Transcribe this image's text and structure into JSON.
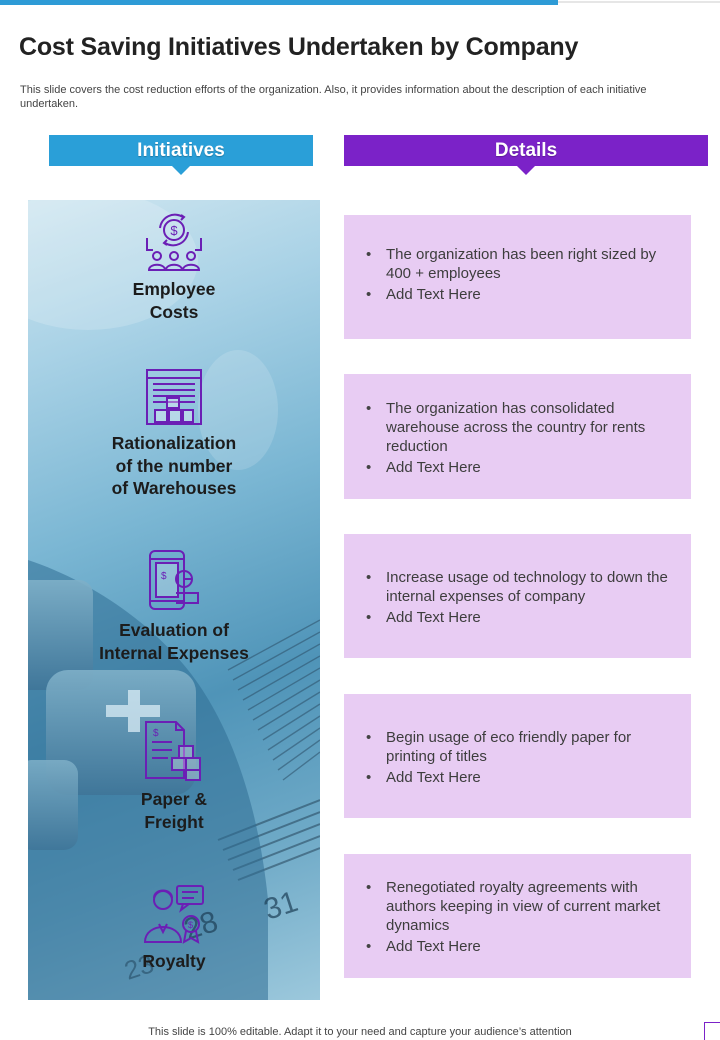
{
  "title": "Cost Saving Initiatives Undertaken by Company",
  "subtitle": "This slide covers the cost reduction efforts of the organization. Also, it provides information about the description of each initiative undertaken.",
  "headers": {
    "initiatives": "Initiatives",
    "details": "Details"
  },
  "colors": {
    "accent_blue": "#2a9fd8",
    "accent_purple": "#7b22c8",
    "card_bg": "#e8ccf3"
  },
  "initiatives": [
    {
      "label_lines": [
        "Employee",
        "Costs"
      ],
      "icon": "employee-cost-icon",
      "details": [
        "The organization has been right sized by 400 + employees",
        "Add Text Here"
      ]
    },
    {
      "label_lines": [
        "Rationalization",
        "of the number",
        "of Warehouses"
      ],
      "icon": "warehouse-icon",
      "details": [
        "The organization has consolidated warehouse across the country for rents reduction",
        "Add Text Here"
      ]
    },
    {
      "label_lines": [
        "Evaluation of",
        "Internal Expenses"
      ],
      "icon": "expense-evaluation-icon",
      "details": [
        "Increase usage od technology to down the internal expenses of company",
        "Add Text Here"
      ]
    },
    {
      "label_lines": [
        "Paper &",
        "Freight"
      ],
      "icon": "paper-freight-icon",
      "details": [
        "Begin usage of eco friendly paper for printing of titles",
        "Add Text Here"
      ]
    },
    {
      "label_lines": [
        "Royalty"
      ],
      "icon": "royalty-icon",
      "details": [
        "Renegotiated royalty agreements with authors keeping in view of current market dynamics",
        "Add Text Here"
      ]
    }
  ],
  "footer": "This slide is 100% editable. Adapt it to your need and capture your audience’s attention"
}
